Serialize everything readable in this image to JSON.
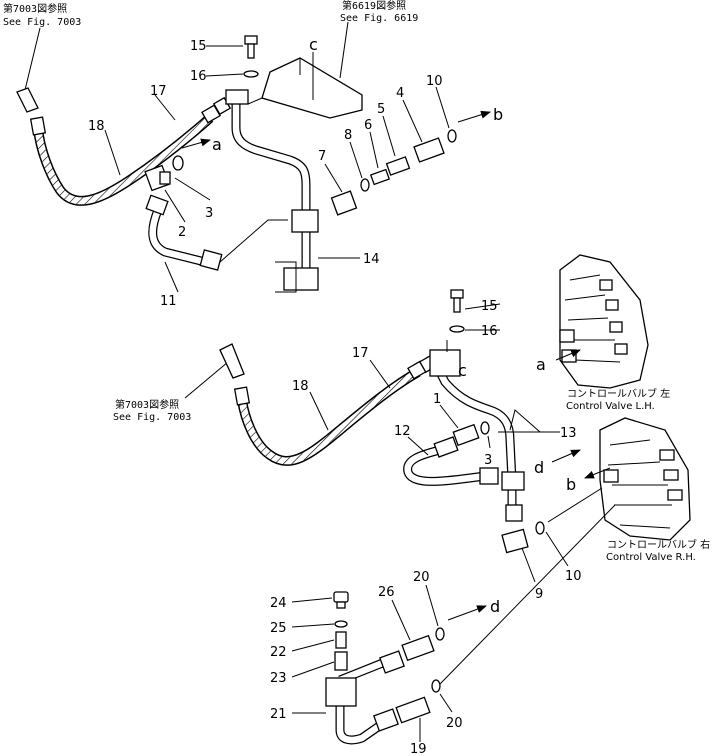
{
  "references": {
    "top_left_jp": "第7003図参照",
    "top_left_en": "See Fig. 7003",
    "top_right_jp": "第6619図参照",
    "top_right_en": "See Fig. 6619",
    "mid_left_jp": "第7003図参照",
    "mid_left_en": "See Fig. 7003"
  },
  "control_valves": {
    "lh_jp": "コントロールバルブ 左",
    "lh_en": "Control Valve L.H.",
    "rh_jp": "コントロールバルブ 右",
    "rh_en": "Control Valve R.H."
  },
  "part_numbers": {
    "p1": "1",
    "p2": "2",
    "p3a": "3",
    "p3b": "3",
    "p4": "4",
    "p5": "5",
    "p6": "6",
    "p7": "7",
    "p8": "8",
    "p9": "9",
    "p10a": "10",
    "p10b": "10",
    "p11": "11",
    "p12": "12",
    "p13": "13",
    "p14": "14",
    "p15a": "15",
    "p15b": "15",
    "p16a": "16",
    "p16b": "16",
    "p17a": "17",
    "p17b": "17",
    "p18a": "18",
    "p18b": "18",
    "p19": "19",
    "p20a": "20",
    "p20b": "20",
    "p21": "21",
    "p22": "22",
    "p23": "23",
    "p24": "24",
    "p25": "25",
    "p26": "26"
  },
  "connection_letters": {
    "a_top": "a",
    "b_top": "b",
    "c_top": "c",
    "a_mid": "a",
    "b_mid": "b",
    "c_mid": "c",
    "d_mid": "d",
    "d_bottom": "d"
  }
}
